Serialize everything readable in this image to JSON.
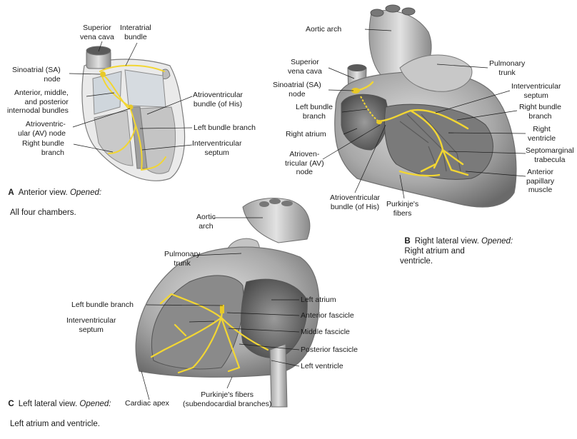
{
  "panelA": {
    "labels": {
      "superior_vena_cava": "Superior\nvena cava",
      "interatrial_bundle": "Interatrial\nbundle",
      "sa_node": "Sinoatrial (SA)\nnode",
      "internodal_bundles": "Anterior, middle,\nand posterior\ninternodal bundles",
      "av_node": "Atrioventric-\nular (AV) node",
      "right_bundle_branch": "Right bundle\nbranch",
      "bundle_of_his": "Atrioventricular\nbundle (of His)",
      "left_bundle_branch": "Left bundle branch",
      "interventricular_septum": "Interventricular\nseptum"
    },
    "caption": {
      "letter": "A",
      "text1": "Anterior view.",
      "italic": "Opened:",
      "text2": "All four chambers."
    }
  },
  "panelB": {
    "labels": {
      "aortic_arch": "Aortic arch",
      "superior_vena_cava": "Superior\nvena cava",
      "sa_node": "Sinoatrial (SA)\nnode",
      "left_bundle_branch": "Left bundle\nbranch",
      "right_atrium": "Right atrium",
      "av_node": "Atrioven-\ntricular (AV)\nnode",
      "bundle_of_his": "Atrioventricular\nbundle (of His)",
      "purkinje": "Purkinje's\nfibers",
      "pulmonary_trunk": "Pulmonary\ntrunk",
      "interventricular_septum": "Interventricular\nseptum",
      "right_bundle_branch": "Right bundle\nbranch",
      "right_ventricle": "Right\nventricle",
      "septomarginal_trabecula": "Septomarginal\ntrabecula",
      "anterior_papillary": "Anterior\npapillary\nmuscle"
    },
    "caption": {
      "letter": "B",
      "text1": "Right lateral view.",
      "italic": "Opened:",
      "text2": "Right atrium and\nventricle."
    }
  },
  "panelC": {
    "labels": {
      "aortic_arch": "Aortic\narch",
      "pulmonary_trunk": "Pulmonary\ntrunk",
      "left_bundle_branch": "Left bundle branch",
      "interventricular_septum": "Interventricular\nseptum",
      "left_atrium": "Left atrium",
      "anterior_fascicle": "Anterior fascicle",
      "middle_fascicle": "Middle fascicle",
      "posterior_fascicle": "Posterior fascicle",
      "left_ventricle": "Left ventricle",
      "cardiac_apex": "Cardiac apex",
      "purkinje": "Purkinje's fibers\n(subendocardial branches)"
    },
    "caption": {
      "letter": "C",
      "text1": "Left lateral view.",
      "italic": "Opened:",
      "text2": "Left atrium and ventricle."
    }
  },
  "colors": {
    "conduction": "#f2d633",
    "tissue": "#a9a9a9",
    "tissue_dark": "#6e6e6e",
    "tissue_light": "#d4d4d4"
  }
}
